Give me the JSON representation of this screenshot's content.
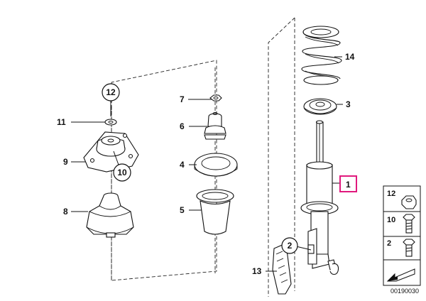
{
  "diagram": {
    "callouts": {
      "p1": "1",
      "p2": "2",
      "p3": "3",
      "p4": "4",
      "p5": "5",
      "p6": "6",
      "p7": "7",
      "p8": "8",
      "p9": "9",
      "p10": "10",
      "p11": "11",
      "p12": "12",
      "p13": "13",
      "p14": "14"
    },
    "highlight_color": "#e0197d",
    "legend": [
      {
        "label": "12",
        "icon": "nut-icon"
      },
      {
        "label": "10",
        "icon": "hex-bolt-icon"
      },
      {
        "label": "2",
        "icon": "bolt-icon"
      }
    ],
    "legend_arrow_icon": "direction-arrow-icon",
    "reference_number": "00190030"
  }
}
